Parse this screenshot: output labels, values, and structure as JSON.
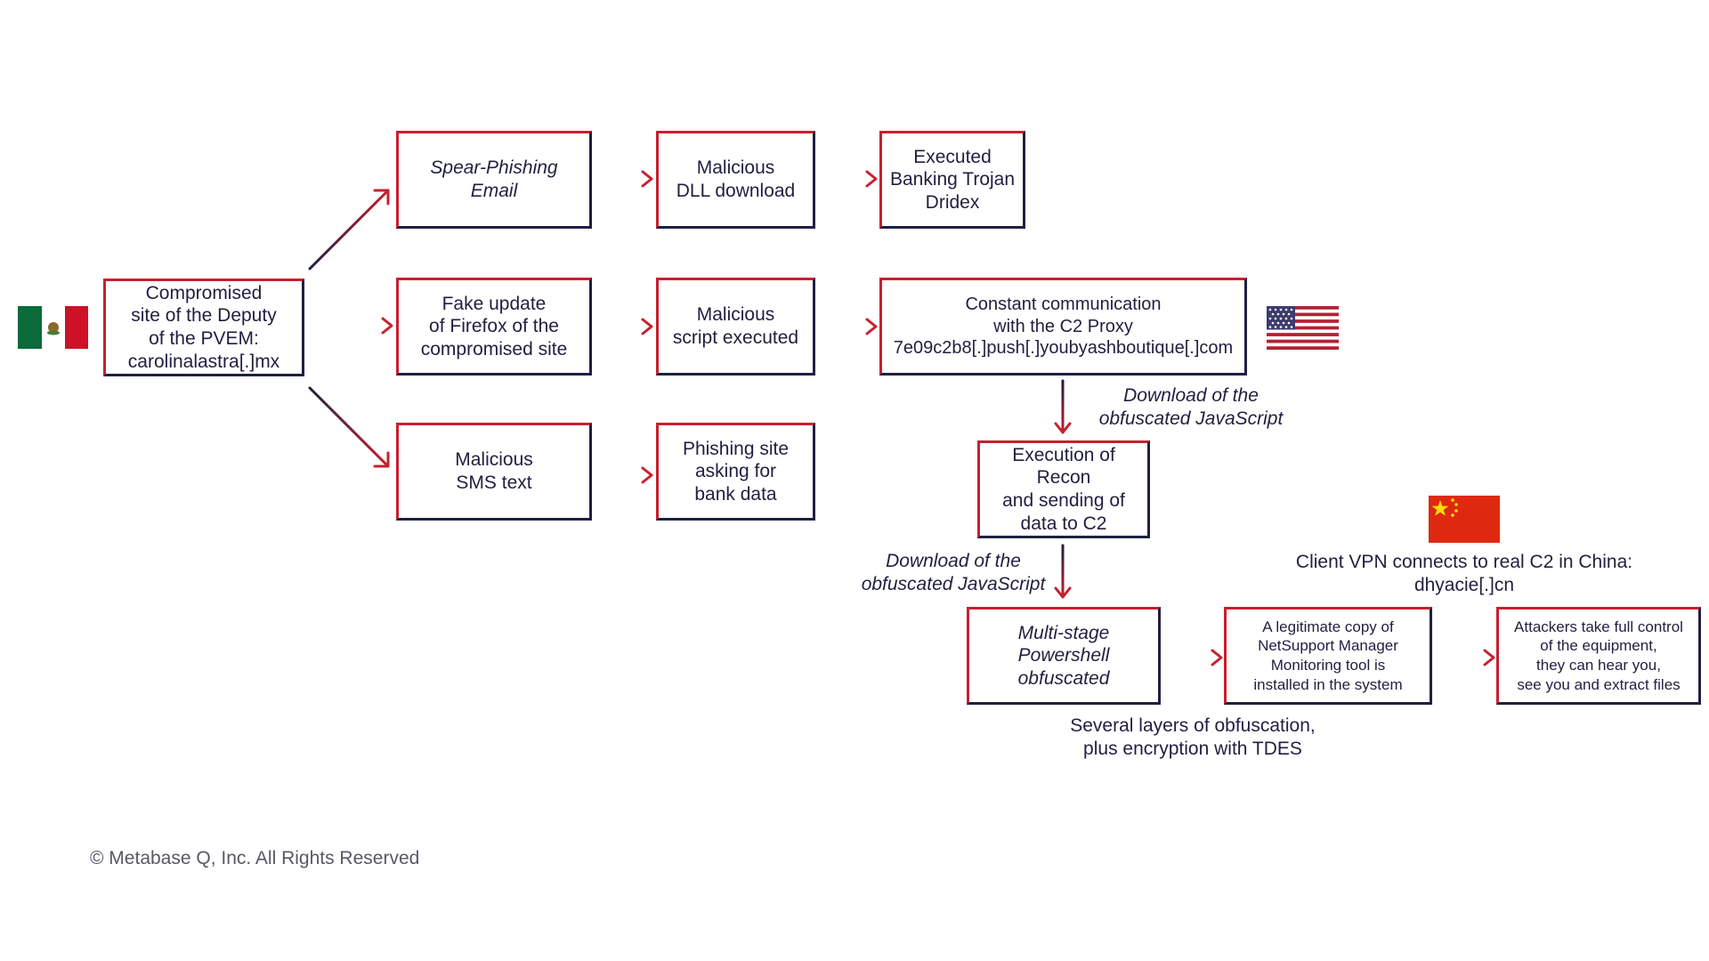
{
  "nodes": {
    "compromised_site": "Compromised\nsite of the Deputy\nof the PVEM:\ncarolinalastra[.]mx",
    "spear_phishing": "Spear-Phishing\nEmail",
    "malicious_dll": "Malicious\nDLL download",
    "banking_trojan": "Executed\nBanking Trojan\nDridex",
    "fake_update": "Fake update\nof Firefox of the\ncompromised site",
    "malicious_script": "Malicious\nscript executed",
    "c2_proxy": "Constant communication\nwith the C2 Proxy\n7e09c2b8[.]push[.]youbyashboutique[.]com",
    "malicious_sms": "Malicious\nSMS text",
    "phishing_site": "Phishing site\nasking for\nbank data",
    "recon": "Execution of Recon\nand sending of\ndata to C2",
    "powershell": "Multi-stage\nPowershell\nobfuscated",
    "netsupport": "A legitimate copy of\nNetSupport Manager\nMonitoring tool is\ninstalled in the system",
    "attackers": "Attackers take full control\nof the equipment,\nthey can hear you,\nsee you and extract files"
  },
  "labels": {
    "download_js_1": "Download of the\nobfuscated JavaScript",
    "download_js_2": "Download of the\nobfuscated JavaScript",
    "client_vpn": "Client VPN connects to real C2 in China:\ndhyacie[.]cn",
    "obfuscation_note": "Several layers of obfuscation,\nplus encryption with TDES"
  },
  "footer": "© Metabase Q, Inc. All Rights Reserved",
  "flags": {
    "mexico": "mexico-flag-icon",
    "usa": "usa-flag-icon",
    "china": "china-flag-icon"
  },
  "colors": {
    "accent_red": "#c8202f",
    "navy": "#1f2040",
    "mexico_green": "#0b6b3a",
    "mexico_red": "#ce1126",
    "usa_red": "#b22234",
    "usa_blue": "#3c3b6e",
    "china_red": "#de2910",
    "china_star": "#ffde00"
  }
}
